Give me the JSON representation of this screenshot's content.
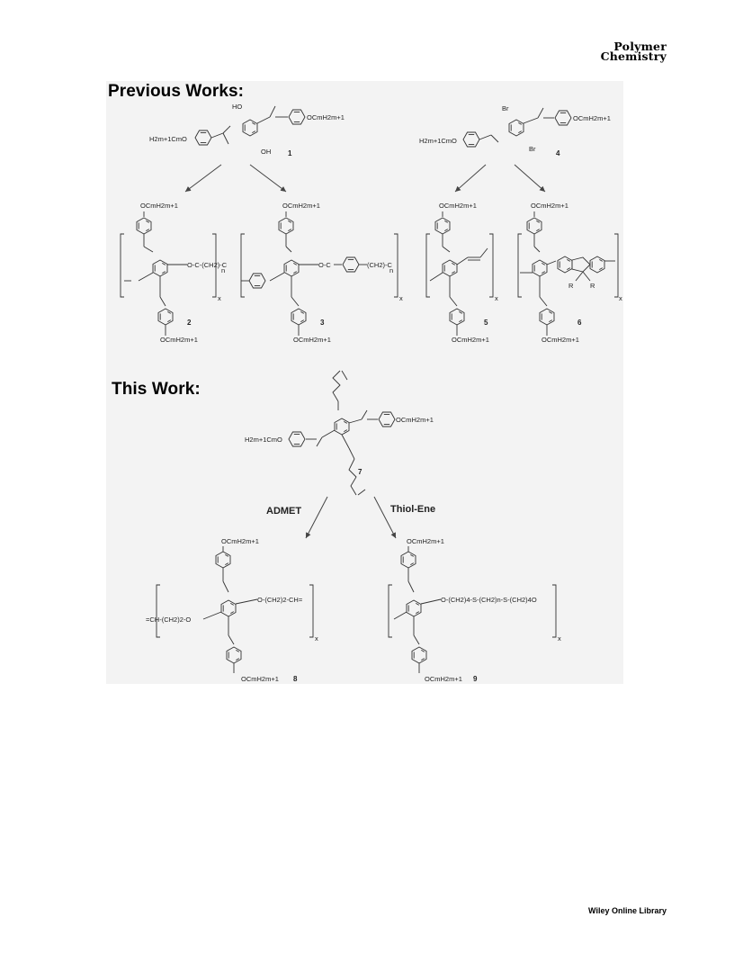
{
  "header": {
    "journal_line1": "Polymer",
    "journal_line2": "Chemistry"
  },
  "figure": {
    "previous_heading": "Previous Works:",
    "this_heading": "This Work:",
    "compound_numbers": [
      "1",
      "2",
      "3",
      "4",
      "5",
      "6",
      "7",
      "8",
      "9"
    ],
    "reactions": {
      "admet": "ADMET",
      "thiol_ene": "Thiol-Ene"
    },
    "labels": {
      "oh": "HO",
      "oh2": "OH",
      "br": "Br",
      "alkoxy_left": "H2m+1CmO",
      "alkoxy_right": "OCmH2m+1",
      "r": "R",
      "x": "x",
      "n": "n",
      "admet_chain_a": "=CH-(CH2)2-O",
      "admet_chain_b": "O-(CH2)2-CH=",
      "thiol_chain": "O-(CH2)4-S-(CH2)n-S-(CH2)4O"
    }
  },
  "footer": {
    "publisher": "Wiley Online Library"
  }
}
